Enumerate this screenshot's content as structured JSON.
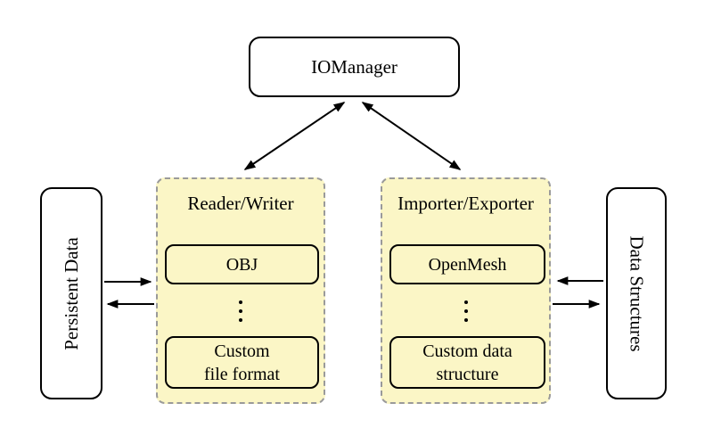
{
  "diagram": {
    "nodes": {
      "iomanager": "IOManager",
      "persistent_data": "Persistent Data",
      "data_structures": "Data Structures"
    },
    "reader_writer": {
      "title": "Reader/Writer",
      "items": [
        "OBJ",
        "Custom\nfile format"
      ]
    },
    "importer_exporter": {
      "title": "Importer/Exporter",
      "items": [
        "OpenMesh",
        "Custom data\nstructure"
      ]
    },
    "arrows": [
      "iomanager <-> reader-writer",
      "iomanager <-> importer-exporter",
      "persistent-data -> reader-writer",
      "reader-writer -> persistent-data",
      "data-structures -> importer-exporter",
      "importer-exporter -> data-structures"
    ],
    "colors": {
      "panel_fill": "#fbf6c6",
      "panel_border": "#9a9a9a",
      "node_border": "#000000",
      "arrow": "#000000",
      "background": "#ffffff"
    }
  }
}
